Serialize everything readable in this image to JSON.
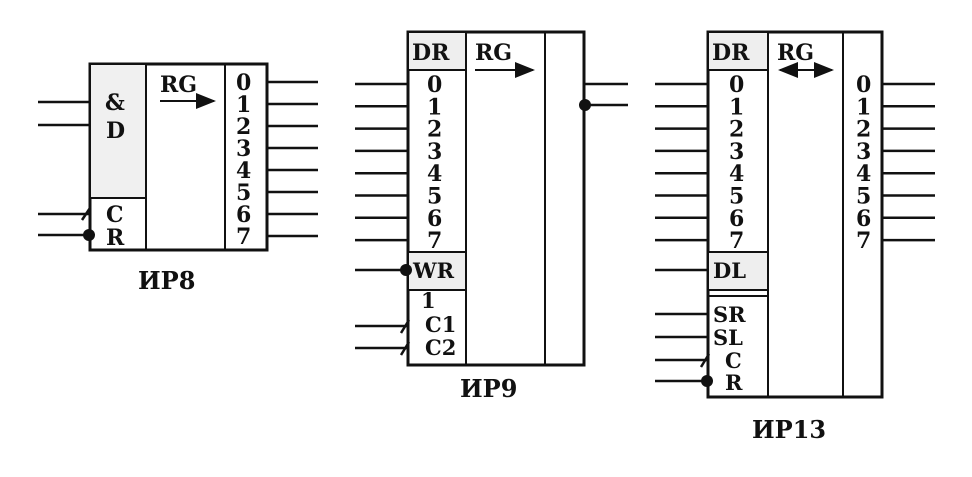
{
  "diagram": {
    "ir8": {
      "title": "ИР8",
      "logic_label": "&",
      "data_label": "D",
      "function_label": "RG",
      "clock_label": "C",
      "reset_label": "R",
      "outputs": [
        "0",
        "1",
        "2",
        "3",
        "4",
        "5",
        "6",
        "7"
      ]
    },
    "ir9": {
      "title": "ИР9",
      "dr_label": "DR",
      "function_label": "RG",
      "inputs": [
        "0",
        "1",
        "2",
        "3",
        "4",
        "5",
        "6",
        "7"
      ],
      "wr_label": "WR",
      "one_label": "1",
      "c1_label": "C1",
      "c2_label": "C2"
    },
    "ir13": {
      "title": "ИР13",
      "dr_label": "DR",
      "function_label": "RG",
      "inputs": [
        "0",
        "1",
        "2",
        "3",
        "4",
        "5",
        "6",
        "7"
      ],
      "dl_label": "DL",
      "sr_label": "SR",
      "sl_label": "SL",
      "clock_label": "C",
      "reset_label": "R",
      "outputs": [
        "0",
        "1",
        "2",
        "3",
        "4",
        "5",
        "6",
        "7"
      ]
    },
    "colors": {
      "ink": "#111111",
      "header_fill": "#eeeeee",
      "background": "#ffffff"
    }
  }
}
